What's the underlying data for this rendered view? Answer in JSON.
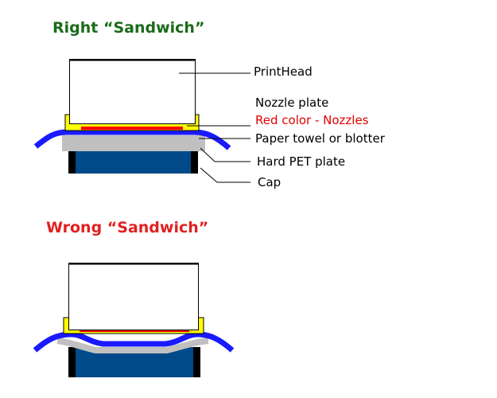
{
  "right": {
    "title": "Right “Sandwich”",
    "title_color": "#1a6b1a",
    "labels": {
      "printhead": "PrintHead",
      "nozzle_plate": "Nozzle plate",
      "red_nozzles": "Red color - Nozzles",
      "paper_towel": "Paper towel or blotter",
      "hard_pet": "Hard PET plate",
      "cap": "Cap"
    }
  },
  "wrong": {
    "title": "Wrong “Sandwich”",
    "title_color": "#e02020"
  },
  "colors": {
    "nozzle_plate": "#ffff00",
    "nozzles": "#ff0000",
    "paper_towel": "#1a1aff",
    "hard_pet": "#c0c0c0",
    "cap": "#004a8a",
    "cap_walls": "#000000",
    "red_label": "#e00000"
  }
}
